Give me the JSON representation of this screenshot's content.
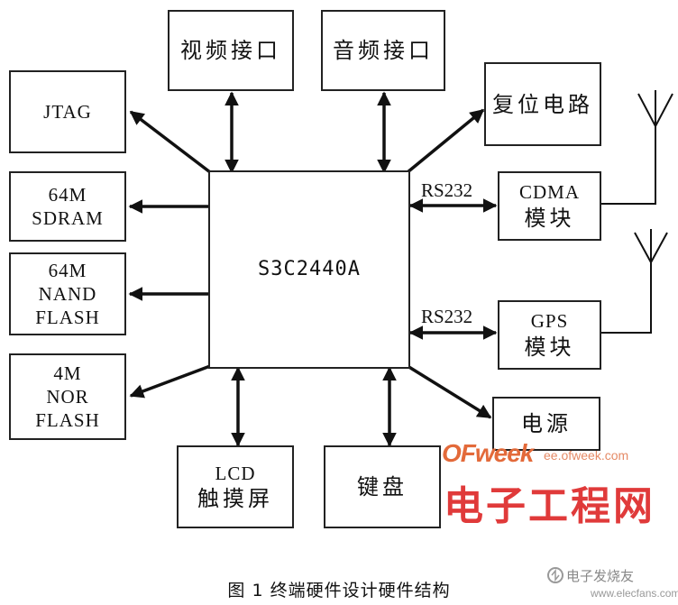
{
  "diagram": {
    "cpu": {
      "label": "S3C2440A"
    },
    "blocks": {
      "video": {
        "line1": "视频接口"
      },
      "audio": {
        "line1": "音频接口"
      },
      "jtag": {
        "line1": "JTAG"
      },
      "sdram": {
        "line1": "64M",
        "line2": "SDRAM"
      },
      "nand": {
        "line1": "64M",
        "line2": "NAND",
        "line3": "FLASH"
      },
      "nor": {
        "line1": "4M",
        "line2": "NOR",
        "line3": "FLASH"
      },
      "reset": {
        "line1": "复位电路"
      },
      "cdma": {
        "line1": "CDMA",
        "line2": "模块"
      },
      "gps": {
        "line1": "GPS",
        "line2": "模块"
      },
      "power": {
        "line1": "电源"
      },
      "lcd": {
        "line1": "LCD",
        "line2": "触摸屏"
      },
      "keyboard": {
        "line1": "键盘"
      }
    },
    "links": {
      "cdma_label": "RS232",
      "gps_label": "RS232"
    },
    "caption": "图 1  终端硬件设计硬件结构"
  },
  "watermark": {
    "ofweek_logo": "OFweek",
    "ofweek_url": "ee.ofweek.com",
    "site_name": "电子工程网",
    "elecfans": "电子发烧友",
    "elecfans_url": "www.elecfans.com"
  },
  "colors": {
    "line": "#111111",
    "watermark_red": "#e03a3a",
    "watermark_orange": "#e36a3a"
  }
}
